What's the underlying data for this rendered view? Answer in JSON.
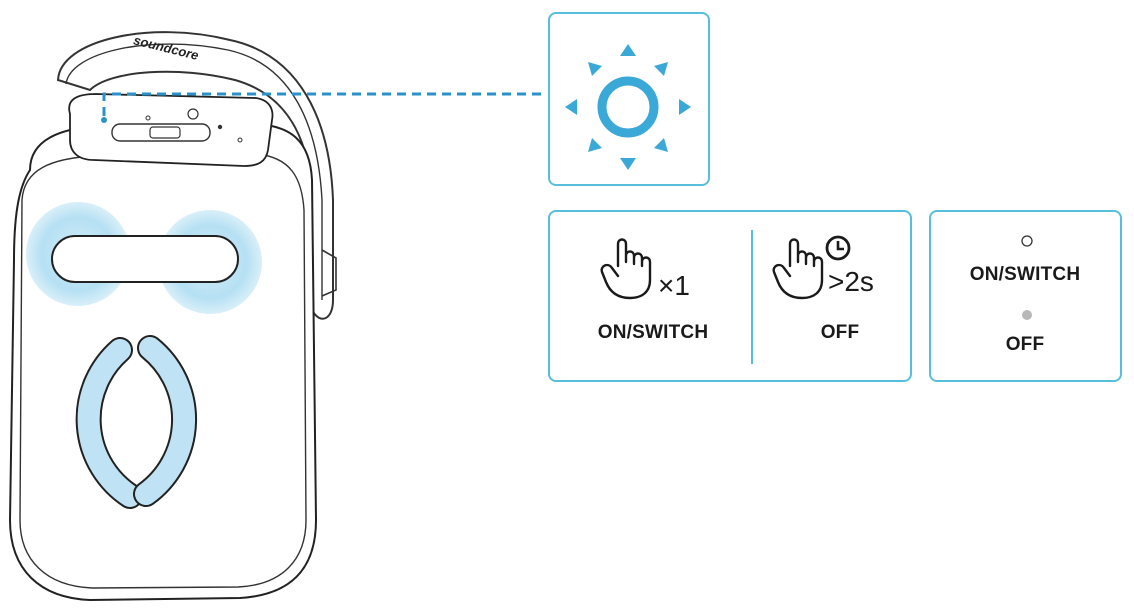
{
  "brand": {
    "logo_text": "soundcore"
  },
  "light_button": {
    "icon": "light-mode-icon",
    "accent_color": "#3aa9d8"
  },
  "actions": [
    {
      "gesture": "press-hand-icon",
      "count": "×1",
      "label": "ON/SWITCH"
    },
    {
      "gesture": "press-hold-hand-icon",
      "count": ">2s",
      "label": "OFF"
    }
  ],
  "led_states": [
    {
      "indicator": "hollow-white",
      "label": "ON/SWITCH"
    },
    {
      "indicator": "solid-grey",
      "label": "OFF"
    }
  ],
  "colors": {
    "box_border": "#57bfdc",
    "glow": "#a6daf0",
    "line": "#2a92c9"
  }
}
